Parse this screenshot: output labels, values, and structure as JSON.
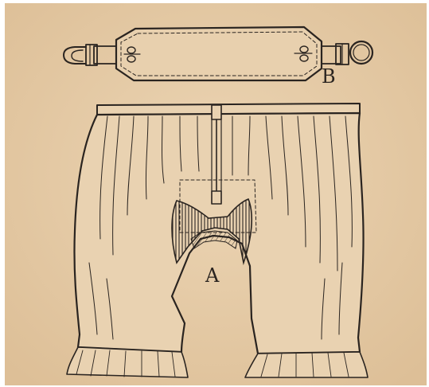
{
  "labels": {
    "strap": "B",
    "garment": "A"
  },
  "colors": {
    "paper": "#e6cdab",
    "ink": "#2a2420",
    "frame": "#ffffff"
  },
  "icons": [
    "strap-belt-illustration",
    "bloomers-illustration",
    "gusset-panel-illustration"
  ]
}
